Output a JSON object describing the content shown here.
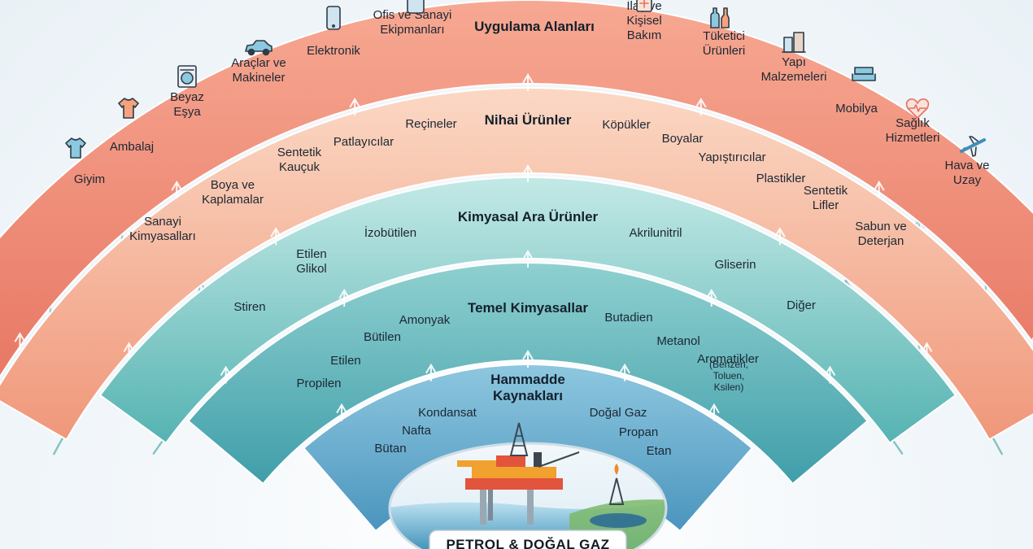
{
  "diagram": {
    "bands": [
      {
        "id": "hammadde",
        "title": "Hammadde\nKaynakları",
        "items": [
          {
            "text": "Bütan"
          },
          {
            "text": "Nafta"
          },
          {
            "text": "Kondansat"
          },
          {
            "text": "Doğal Gaz"
          },
          {
            "text": "Propan"
          },
          {
            "text": "Etan"
          }
        ],
        "color_top": "#8ec7df",
        "color_bottom": "#4a95be"
      },
      {
        "id": "temel",
        "title": "Temel Kimyasallar",
        "items": [
          {
            "text": "Propilen"
          },
          {
            "text": "Etilen"
          },
          {
            "text": "Bütilen"
          },
          {
            "text": "Amonyak"
          },
          {
            "text": "Butadien"
          },
          {
            "text": "Metanol"
          },
          {
            "text": "Aromatikler"
          },
          {
            "text": "(Benzen,\nToluen,\nKsilen)",
            "small": true
          }
        ],
        "color_top": "#8fd0d0",
        "color_bottom": "#3f9ea9"
      },
      {
        "id": "ara",
        "title": "Kimyasal Ara Ürünler",
        "items": [
          {
            "text": "Stiren"
          },
          {
            "text": "Etilen\nGlikol"
          },
          {
            "text": "İzobütilen"
          },
          {
            "text": "Akrilunitril"
          },
          {
            "text": "Gliserin"
          },
          {
            "text": "Diğer"
          }
        ],
        "color_top": "#c3e9e6",
        "color_bottom": "#55b3b2"
      },
      {
        "id": "nihai",
        "title": "Nihai Ürünler",
        "items": [
          {
            "text": "Sanayi\nKimyasalları"
          },
          {
            "text": "Boya ve\nKaplamalar"
          },
          {
            "text": "Sentetik\nKauçuk"
          },
          {
            "text": "Patlayıcılar"
          },
          {
            "text": "Reçineler"
          },
          {
            "text": "Köpükler"
          },
          {
            "text": "Boyalar"
          },
          {
            "text": "Yapıştırıcılar"
          },
          {
            "text": "Plastikler"
          },
          {
            "text": "Sentetik\nLifler"
          },
          {
            "text": "Sabun ve\nDeterjan"
          }
        ],
        "color_top": "#fbd8c4",
        "color_bottom": "#f0977a"
      },
      {
        "id": "uygulama",
        "title": "Uygulama Alanları",
        "items": [
          {
            "text": "Giyim",
            "icon": "tshirt-icon"
          },
          {
            "text": "Ambalaj",
            "icon": "box-shirt-icon"
          },
          {
            "text": "Beyaz\nEşya",
            "icon": "washing-machine-icon"
          },
          {
            "text": "Araçlar ve\nMakineler",
            "icon": "car-icon"
          },
          {
            "text": "Elektronik",
            "icon": "phone-icon"
          },
          {
            "text": "Ofis ve Sanayi\nEkipmanları",
            "icon": "tablet-icon"
          },
          {
            "text": "İlaç ve\nKişisel\nBakım",
            "icon": "medicine-icon"
          },
          {
            "text": "Tüketici\nÜrünleri",
            "icon": "bottles-icon"
          },
          {
            "text": "Yapı\nMalzemeleri",
            "icon": "building-icon"
          },
          {
            "text": "Mobilya",
            "icon": "sofa-icon"
          },
          {
            "text": "Sağlık\nHizmetleri",
            "icon": "heart-pulse-icon"
          },
          {
            "text": "Hava ve\nUzay",
            "icon": "airplane-icon"
          }
        ],
        "color_top": "#f7a892",
        "color_bottom": "#e5715e"
      }
    ],
    "source": {
      "label": "PETROL & DOĞAL GAZ",
      "icon": "offshore-oil-rig-icon"
    },
    "colors": {
      "flow_blue": "#7fb9d3",
      "flow_teal": "#5fb0b0",
      "flow_orange": "#ee9a80",
      "label_text": "#1d2733",
      "title_text": "#13202c"
    }
  }
}
